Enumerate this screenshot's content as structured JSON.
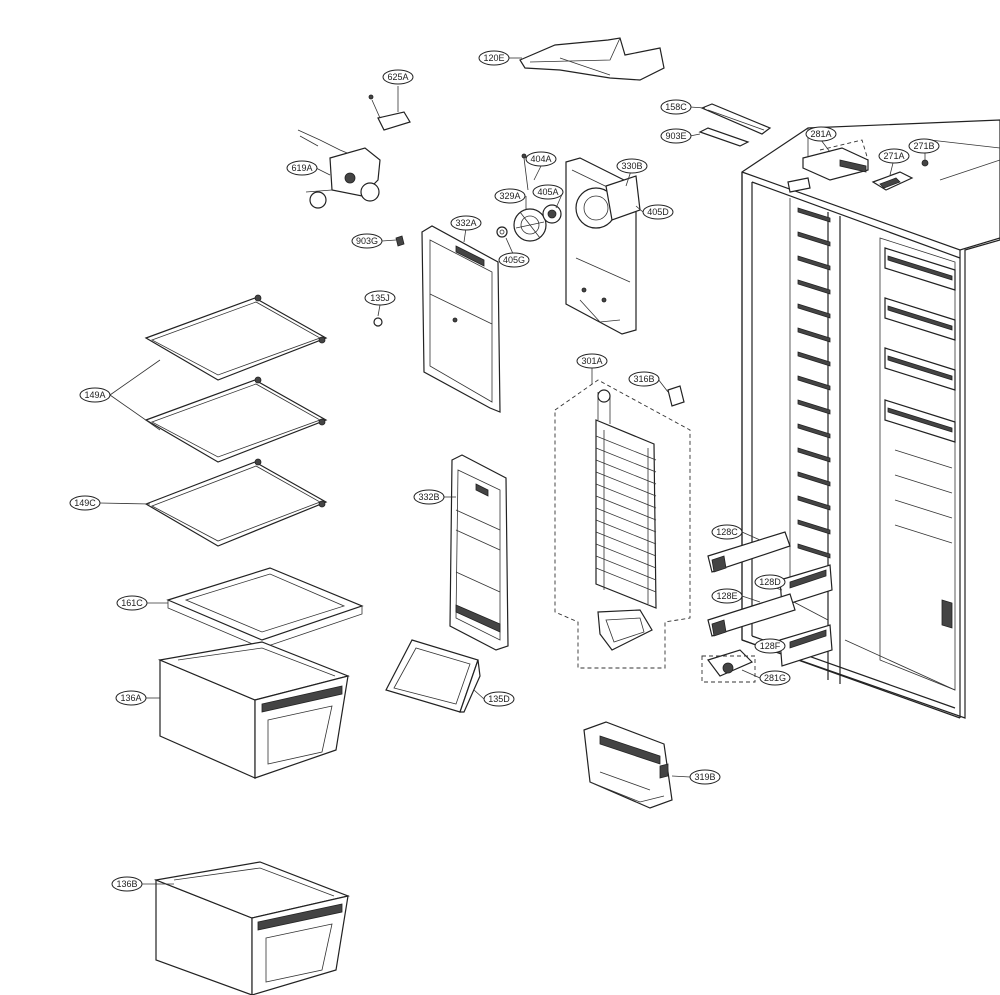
{
  "callouts": {
    "c120E": "120E",
    "c625A": "625A",
    "c158C": "158C",
    "c903E": "903E",
    "c281A": "281A",
    "c271B": "271B",
    "c271A": "271A",
    "c619A": "619A",
    "c404A": "404A",
    "c330B": "330B",
    "c405A": "405A",
    "c329A": "329A",
    "c405D": "405D",
    "c332A": "332A",
    "c903G": "903G",
    "c405G": "405G",
    "c135J": "135J",
    "c301A": "301A",
    "c316B": "316B",
    "c149A": "149A",
    "c332B": "332B",
    "c149C": "149C",
    "c128C": "128C",
    "c128D": "128D",
    "c128E": "128E",
    "c161C": "161C",
    "c128F": "128F",
    "c281G": "281G",
    "c136A": "136A",
    "c135D": "135D",
    "c319B": "319B",
    "c136B": "136B"
  }
}
